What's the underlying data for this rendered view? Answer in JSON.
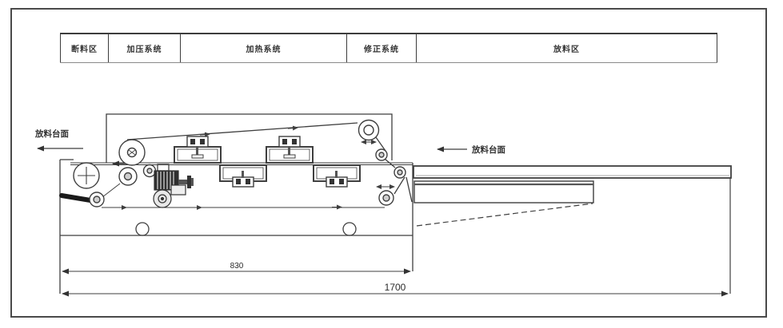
{
  "zones": [
    {
      "label": "断料区"
    },
    {
      "label": "加压系统"
    },
    {
      "label": "加热系统"
    },
    {
      "label": "修正系统"
    },
    {
      "label": "放料区"
    }
  ],
  "annotations": {
    "left_table_label": "放料台面",
    "right_table_label": "放料台面"
  },
  "dimensions": {
    "machine_body_width": "830",
    "overall_length": "1700"
  },
  "colors": {
    "line": "#3f3f3f",
    "text": "#2b2b2b",
    "dark_fill": "#2f2f2f"
  }
}
